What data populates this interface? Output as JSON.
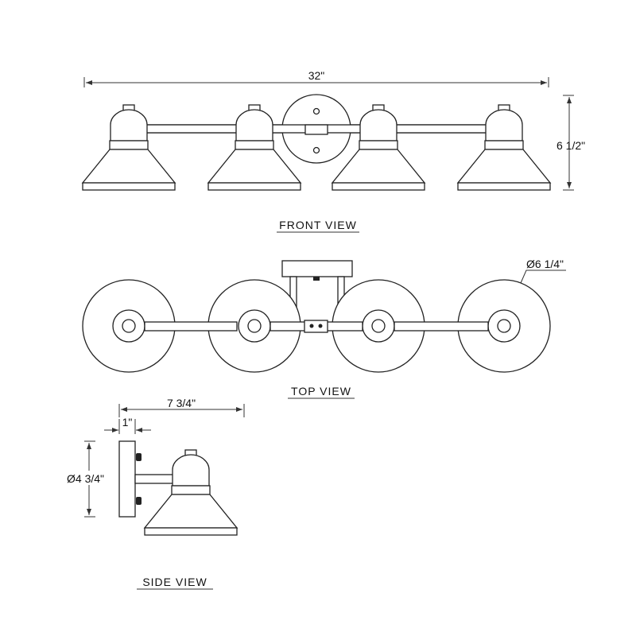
{
  "dimensions": {
    "overall_width": "32\"",
    "height": "6 1/2\"",
    "shade_diameter": "Ø6 1/4\"",
    "extension": "7 3/4\"",
    "backplate_depth": "1\"",
    "backplate_diameter": "Ø4 3/4\""
  },
  "views": {
    "front": "FRONT  VIEW",
    "top": "TOP  VIEW",
    "side": "SIDE  VIEW"
  }
}
